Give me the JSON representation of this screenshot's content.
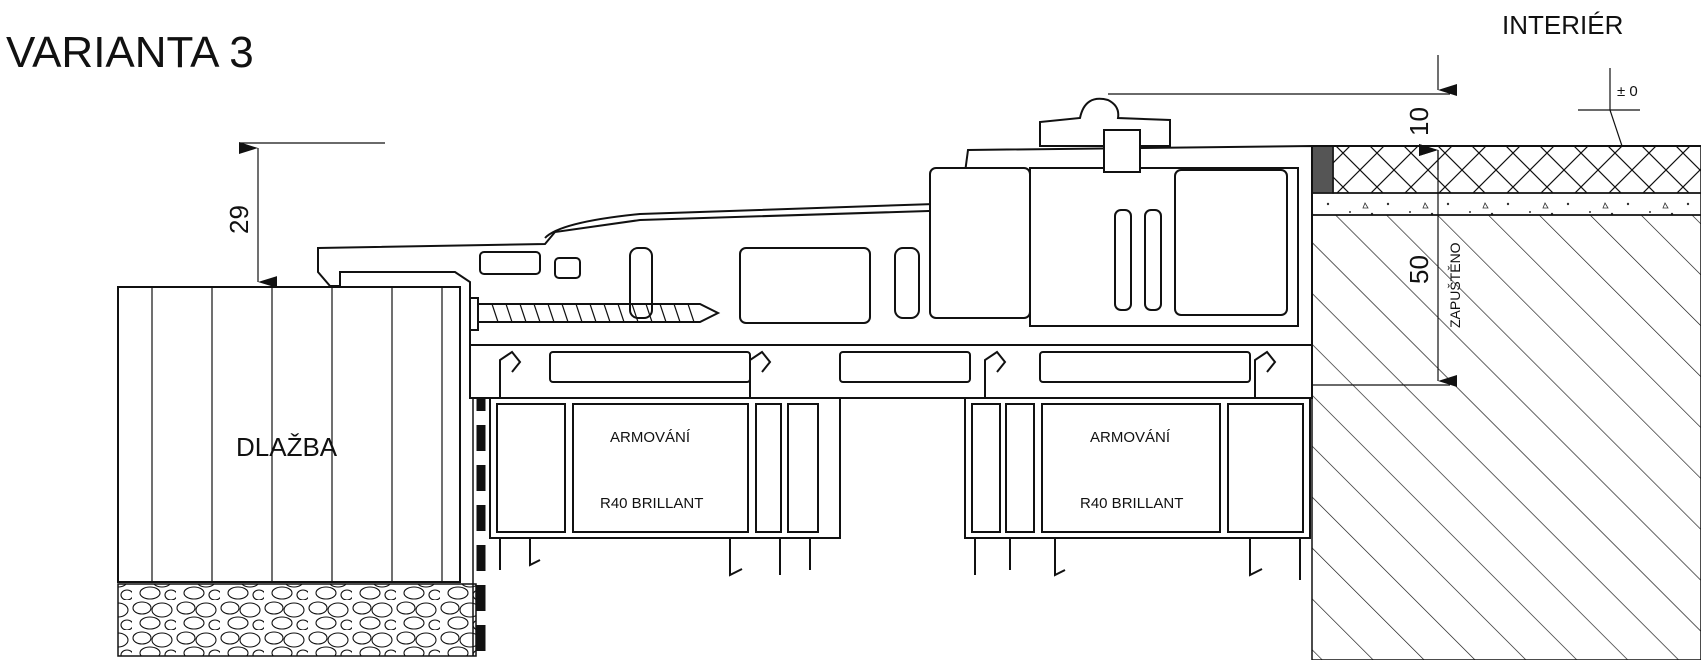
{
  "title": "VARIANTA 3",
  "interior_label": "INTERIÉR",
  "tile_label": "DLAŽBA",
  "reinforcement": [
    {
      "label": "ARMOVÁNÍ",
      "profile": "R40 BRILLANT"
    },
    {
      "label": "ARMOVÁNÍ",
      "profile": "R40 BRILLANT"
    }
  ],
  "dimensions": {
    "left_height": "29",
    "top_offset": "10",
    "recess": "50",
    "recess_label": "ZAPUŠTĚNO"
  },
  "level_mark": "± 0"
}
